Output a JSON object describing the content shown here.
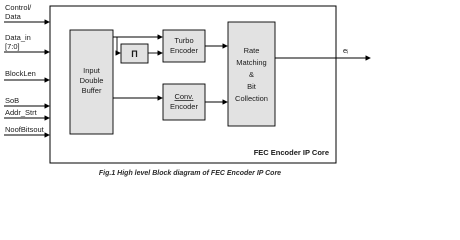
{
  "inputs": {
    "control_data": [
      "Control/",
      "Data"
    ],
    "data_in": [
      "Data_in",
      "[7:0]"
    ],
    "block_len": "BlockLen",
    "sob": "SoB",
    "addr_strt": "Addr_Strt",
    "noofbitsout": "NoofBitsout"
  },
  "blocks": {
    "input_double_buffer": [
      "Input",
      "Double",
      "Buffer"
    ],
    "interleaver": "Π",
    "turbo_encoder": [
      "Turbo",
      "Encoder"
    ],
    "conv_encoder": [
      "Conv.",
      "Encoder"
    ],
    "rate_matching": [
      "Rate",
      "Matching",
      "&",
      "Bit",
      "Collection"
    ]
  },
  "output": {
    "label": "eᵢ"
  },
  "core_label": "FEC Encoder IP Core",
  "caption": "Fig.1 High level Block diagram of FEC Encoder IP Core"
}
